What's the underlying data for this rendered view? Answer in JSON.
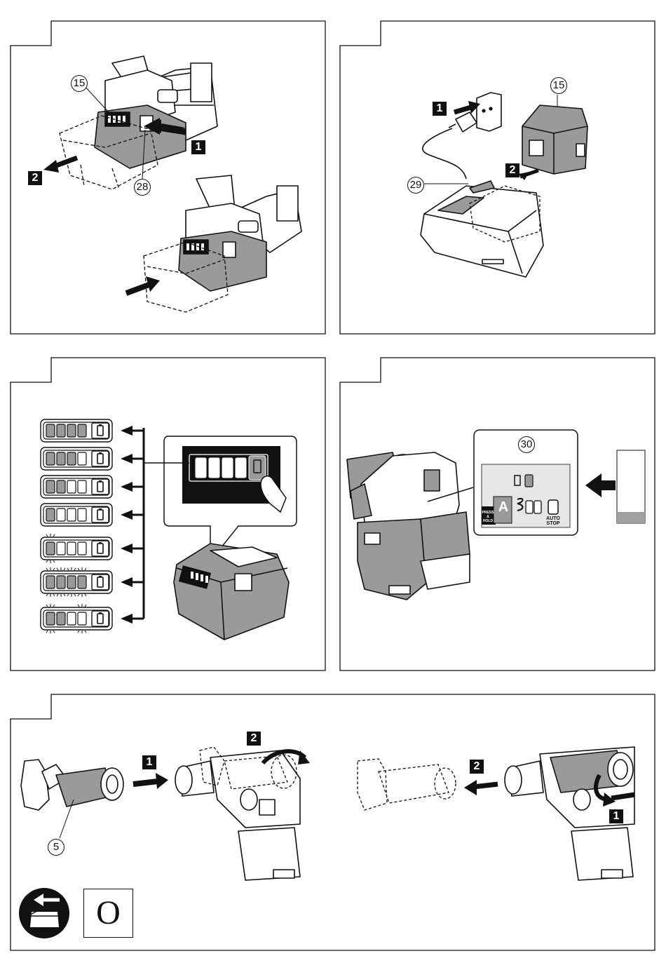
{
  "figure1": {
    "callouts": [
      "15",
      "28"
    ],
    "steps": [
      "1",
      "2"
    ]
  },
  "figure2": {
    "callouts": [
      "15",
      "29"
    ],
    "steps": [
      "1",
      "2"
    ]
  },
  "figure3": {
    "battery_levels": [
      {
        "lit": 4,
        "blink": []
      },
      {
        "lit": 3,
        "blink": []
      },
      {
        "lit": 2,
        "blink": []
      },
      {
        "lit": 1,
        "blink": []
      },
      {
        "lit": 1,
        "blink": [
          0
        ]
      },
      {
        "lit": 4,
        "blink": [
          0,
          1,
          2,
          3
        ]
      },
      {
        "lit": 2,
        "blink": [
          0,
          3
        ]
      }
    ]
  },
  "figure4": {
    "callout": "30",
    "label_press": "PRESS & HOLD",
    "label_auto": "AUTO",
    "label_stop": "STOP",
    "mode_letter": "A"
  },
  "figure5": {
    "callout": "5",
    "steps_left": [
      "1",
      "2"
    ],
    "steps_right": [
      "2",
      "1"
    ],
    "symbol_letter": "O"
  }
}
